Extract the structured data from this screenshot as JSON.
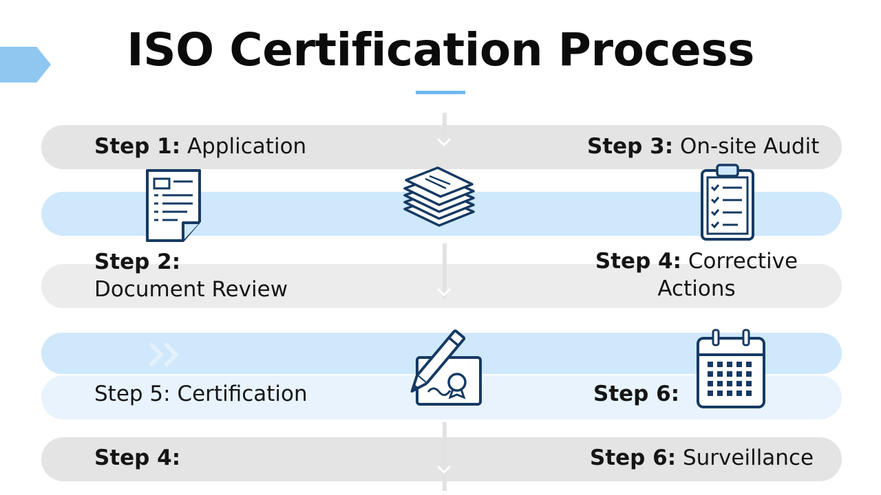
{
  "title": "ISO Certification Process",
  "steps": {
    "s1": {
      "prefix": "Step 1:",
      "text": " Application"
    },
    "s3": {
      "prefix": "Step 3:",
      "text": " On-site Audit"
    },
    "s2": {
      "prefix": "Step 2:",
      "text": "Document Review"
    },
    "s4a": {
      "prefix": "Step 4:",
      "text": " Corrective",
      "text2": "Actions"
    },
    "s5": {
      "prefix": "Step 5:",
      "text": " Certification"
    },
    "s6a": {
      "prefix": "Step 6:",
      "text": ""
    },
    "s4b": {
      "prefix": "Step 4:",
      "text": ""
    },
    "s6b": {
      "prefix": "Step 6:",
      "text": " Surveillance"
    }
  },
  "icons": {
    "application": "document-form-icon",
    "review": "document-stack-icon",
    "audit": "clipboard-checklist-icon",
    "certification": "pencil-certificate-icon",
    "surveillance": "calendar-icon"
  },
  "colors": {
    "accent_blue": "#6db8ef",
    "icon_stroke": "#163a63",
    "band_gray": "#e4e4e4",
    "band_blue": "#cfe8fb"
  }
}
